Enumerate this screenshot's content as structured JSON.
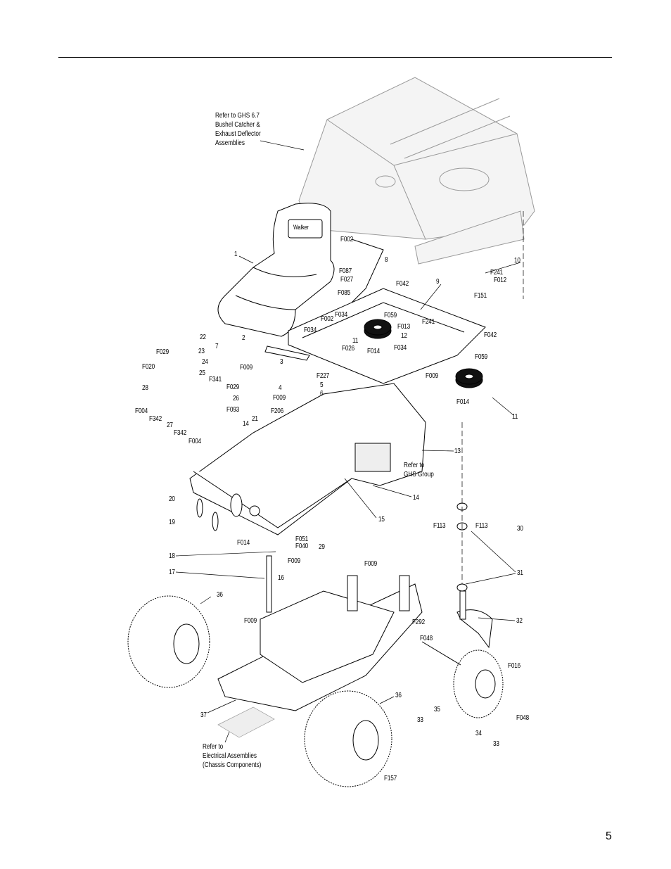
{
  "page_number": "5",
  "notes": {
    "bushel": [
      "Refer to GHS 6.7",
      "Bushel Catcher &",
      "Exhaust Deflector",
      "Assemblies"
    ],
    "ghs": [
      "Refer to",
      "GHS Group"
    ],
    "electrical": [
      "Refer to",
      "Electrical Assemblies",
      "(Chassis Components)"
    ]
  },
  "seat_logo": "Walker",
  "callouts": [
    "1",
    "F002",
    "8",
    "F087",
    "F027",
    "F042",
    "9",
    "10",
    "F241",
    "F012",
    "F151",
    "F085",
    "F034",
    "F002",
    "F034",
    "F059",
    "F241",
    "F013",
    "12",
    "F042",
    "11",
    "F014",
    "F034",
    "F026",
    "22",
    "23",
    "2",
    "7",
    "24",
    "F029",
    "3",
    "F009",
    "F020",
    "25",
    "F341",
    "F227",
    "F059",
    "F009",
    "28",
    "F029",
    "4",
    "5",
    "6",
    "F009",
    "26",
    "F004",
    "F093",
    "F342",
    "27",
    "F342",
    "F004",
    "F014",
    "11",
    "F206",
    "21",
    "14",
    "13",
    "20",
    "14",
    "19",
    "15",
    "F113",
    "F113",
    "30",
    "F051",
    "F014",
    "F040",
    "18",
    "29",
    "F009",
    "F009",
    "16",
    "17",
    "31",
    "36",
    "32",
    "F009",
    "F292",
    "F048",
    "F016",
    "36",
    "37",
    "33",
    "35",
    "F048",
    "34",
    "33",
    "F157"
  ]
}
